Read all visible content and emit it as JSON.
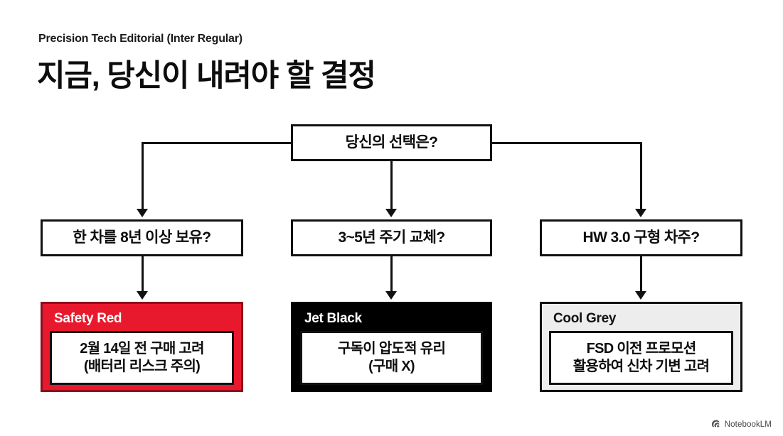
{
  "header": {
    "eyebrow": "Precision Tech Editorial (Inter Regular)",
    "headline": "지금, 당신이 내려야 할 결정"
  },
  "flowchart": {
    "root": {
      "label": "당신의 선택은?"
    },
    "decisions": [
      {
        "label": "한 차를 8년 이상 보유?"
      },
      {
        "label": "3~5년 주기 교체?"
      },
      {
        "label": "HW 3.0 구형 차주?"
      }
    ],
    "outcomes": [
      {
        "title": "Safety Red",
        "line1": "2월 14일 전 구매 고려",
        "line2": "(배터리 리스크 주의)",
        "header_color": "#E8192C",
        "title_color": "#FFFFFF"
      },
      {
        "title": "Jet Black",
        "line1": "구독이 압도적 유리",
        "line2": "(구매 X)",
        "header_color": "#000000",
        "title_color": "#FFFFFF"
      },
      {
        "title": "Cool Grey",
        "line1": "FSD 이전 프로모션",
        "line2": "활용하여 신차 기변 고려",
        "header_color": "#EDEDED",
        "title_color": "#111111"
      }
    ]
  },
  "watermark": {
    "label": "NotebookLM",
    "icon": "notebooklm-icon"
  },
  "colors": {
    "background": "#FFFFFF",
    "stroke": "#111111",
    "accent_red": "#E8192C",
    "accent_black": "#000000",
    "accent_grey": "#EDEDED"
  }
}
